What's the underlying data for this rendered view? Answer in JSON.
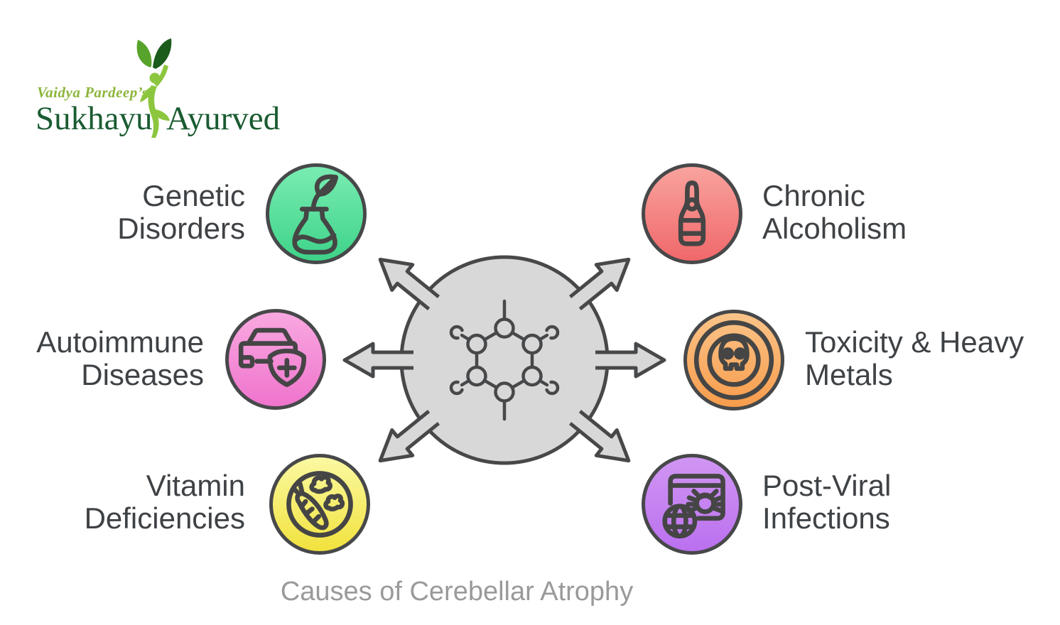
{
  "logo": {
    "pretitle": "Vaidya Pardeep’s",
    "title_word1": "Sukhayu",
    "title_word2": "Ayurved",
    "icon": "leaf-figure-icon",
    "pretitle_color": "#8cb63c",
    "title_color": "#1a5b31"
  },
  "diagram": {
    "title": "Causes of Cerebellar Atrophy",
    "title_color": "#9a9a9a",
    "label_color": "#3f4245",
    "outline_color": "#47484a",
    "hub": {
      "icon": "molecule-icon",
      "fill": "#d8d8d8",
      "arrow_directions": [
        "upper-left",
        "upper-right",
        "left",
        "right",
        "lower-left",
        "lower-right"
      ]
    },
    "nodes": [
      {
        "id": "genetic-disorders",
        "label_line1": "Genetic",
        "label_line2": "Disorders",
        "side": "left",
        "icon": "flask-leaf-icon",
        "gradient_top": "#79ecb2",
        "gradient_bottom": "#3ed389"
      },
      {
        "id": "chronic-alcoholism",
        "label_line1": "Chronic",
        "label_line2": "Alcoholism",
        "side": "right",
        "icon": "wine-bottle-icon",
        "gradient_top": "#f9a39e",
        "gradient_bottom": "#f0686a"
      },
      {
        "id": "autoimmune-diseases",
        "label_line1": "Autoimmune",
        "label_line2": "Diseases",
        "side": "left",
        "icon": "car-shield-icon",
        "gradient_top": "#f9a8e0",
        "gradient_bottom": "#ef74cd"
      },
      {
        "id": "toxicity-heavy-metals",
        "label_line1": "Toxicity & Heavy",
        "label_line2": "Metals",
        "side": "right",
        "icon": "skull-toxic-icon",
        "gradient_top": "#fbc489",
        "gradient_bottom": "#f79c4c"
      },
      {
        "id": "vitamin-deficiencies",
        "label_line1": "Vitamin",
        "label_line2": "Deficiencies",
        "side": "left",
        "icon": "plate-vegetables-icon",
        "gradient_top": "#fbf9a2",
        "gradient_bottom": "#f1e23d"
      },
      {
        "id": "post-viral-infections",
        "label_line1": "Post-Viral",
        "label_line2": "Infections",
        "side": "right",
        "icon": "browser-bug-globe-icon",
        "gradient_top": "#d096f3",
        "gradient_bottom": "#bb70ef"
      }
    ]
  }
}
